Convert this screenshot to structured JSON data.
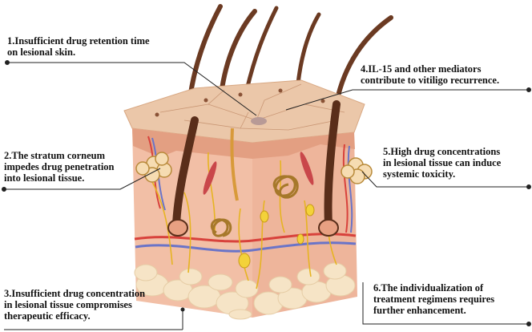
{
  "callouts": [
    {
      "id": "c1",
      "lines": [
        "1.Insufficient  drug  retention  time",
        "on lesional skin."
      ]
    },
    {
      "id": "c2",
      "lines": [
        "2.The  stratum  corneum",
        "impedes drug penetration",
        "into lesional tissue."
      ]
    },
    {
      "id": "c3",
      "lines": [
        "3.Insufficient drug concentration",
        "in lesional tissue compromises",
        "therapeutic efficacy."
      ]
    },
    {
      "id": "c4",
      "lines": [
        "4.IL-15   and  other  mediators",
        "contribute to vitiligo recurrence."
      ]
    },
    {
      "id": "c5",
      "lines": [
        "5.High  drug  concentrations",
        "in lesional tissue can induce",
        "systemic toxicity."
      ]
    },
    {
      "id": "c6",
      "lines": [
        "6.The   individualization   of",
        "treatment  regimens  requires",
        "further enhancement."
      ]
    }
  ],
  "colors": {
    "epidermis_top": "#ebc7a9",
    "epidermis_side": "#e8b08e",
    "dermis": "#f2bfa6",
    "hair": "#6b3a22",
    "nerve": "#e6b422",
    "fat": "#f6e4c6",
    "artery": "#d8423c",
    "vein": "#6a74c8",
    "leader": "#222222"
  }
}
